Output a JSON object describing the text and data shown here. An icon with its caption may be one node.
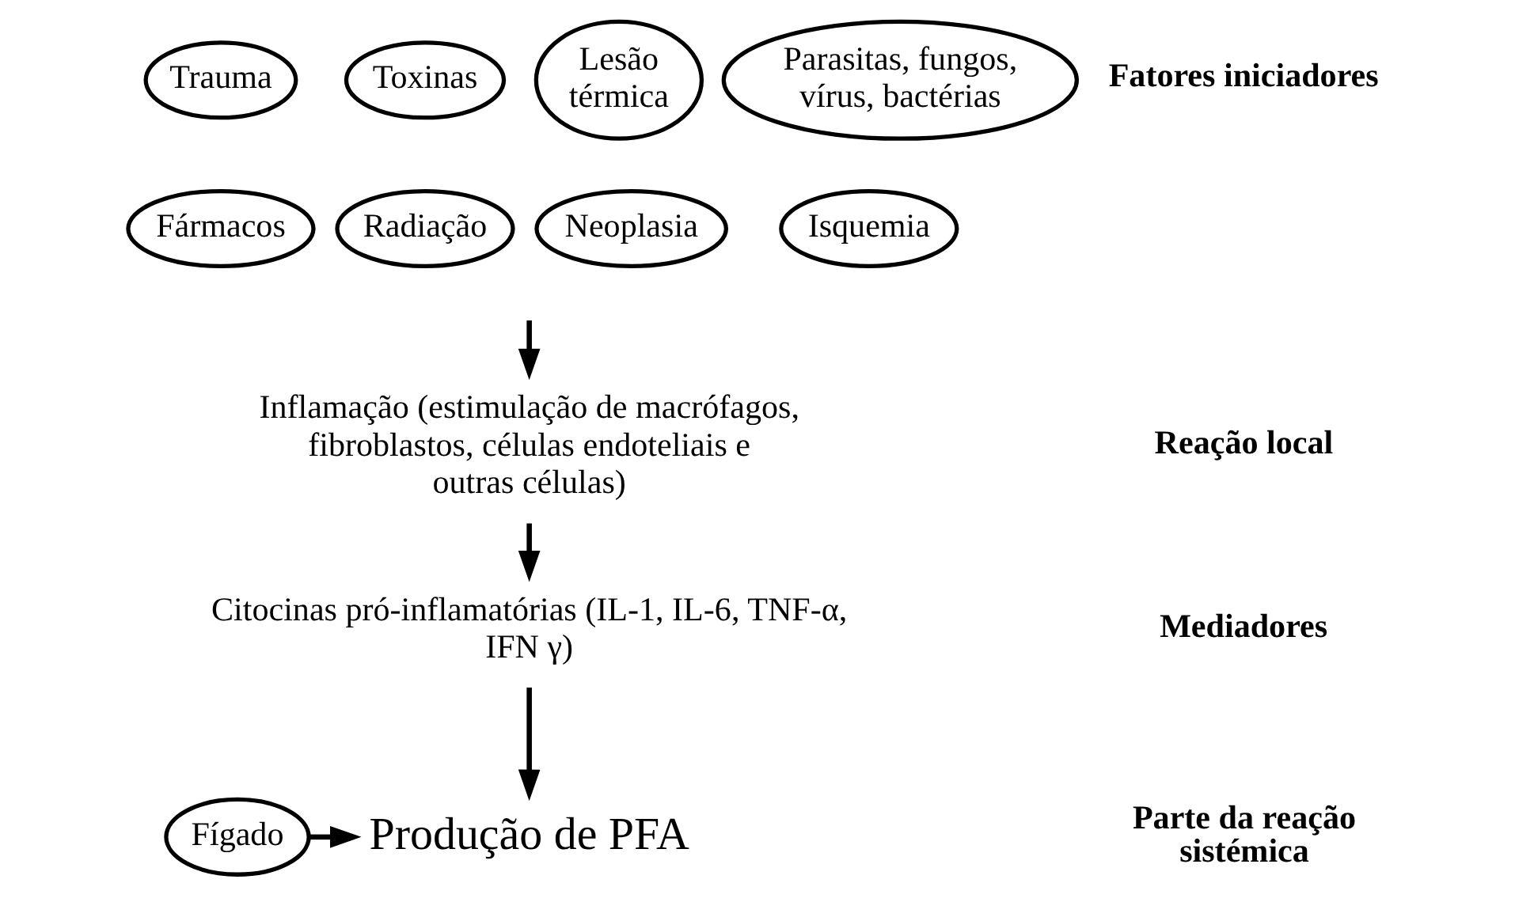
{
  "diagram": {
    "nodes": [
      {
        "text": [
          "Trauma"
        ]
      },
      {
        "text": [
          "Toxinas"
        ]
      },
      {
        "text": [
          "Lesão térmica"
        ]
      },
      {
        "text": [
          "Parasitas, fungos, vírus, bactérias"
        ]
      },
      {
        "text": [
          "Fármacos"
        ]
      },
      {
        "text": [
          "Radiação"
        ]
      },
      {
        "text": [
          "Neoplasia"
        ]
      },
      {
        "text": [
          "Isquemia"
        ]
      },
      {
        "text": [
          "Inflamação (estimulação de macrófagos, fibroblastos, células endoteliais e outras células)"
        ]
      },
      {
        "text": [
          "Citocinas pró-inflamatórias (IL-1, IL-6, TNF-α, IFN γ)"
        ]
      },
      {
        "text": [
          "Fígado"
        ]
      },
      {
        "text": [
          "Produção de PFA"
        ]
      }
    ],
    "edges": [
      {
        "from": null,
        "to": 8,
        "arrow": "to"
      },
      {
        "from": 8,
        "to": 9,
        "arrow": "to"
      },
      {
        "from": 9,
        "to": 11,
        "arrow": "to"
      },
      {
        "from": 10,
        "to": 11,
        "arrow": "to"
      }
    ],
    "labels": [
      "Fatores iniciadores",
      "Reação local",
      "Mediadores",
      "Parte da reação sistémica"
    ]
  }
}
